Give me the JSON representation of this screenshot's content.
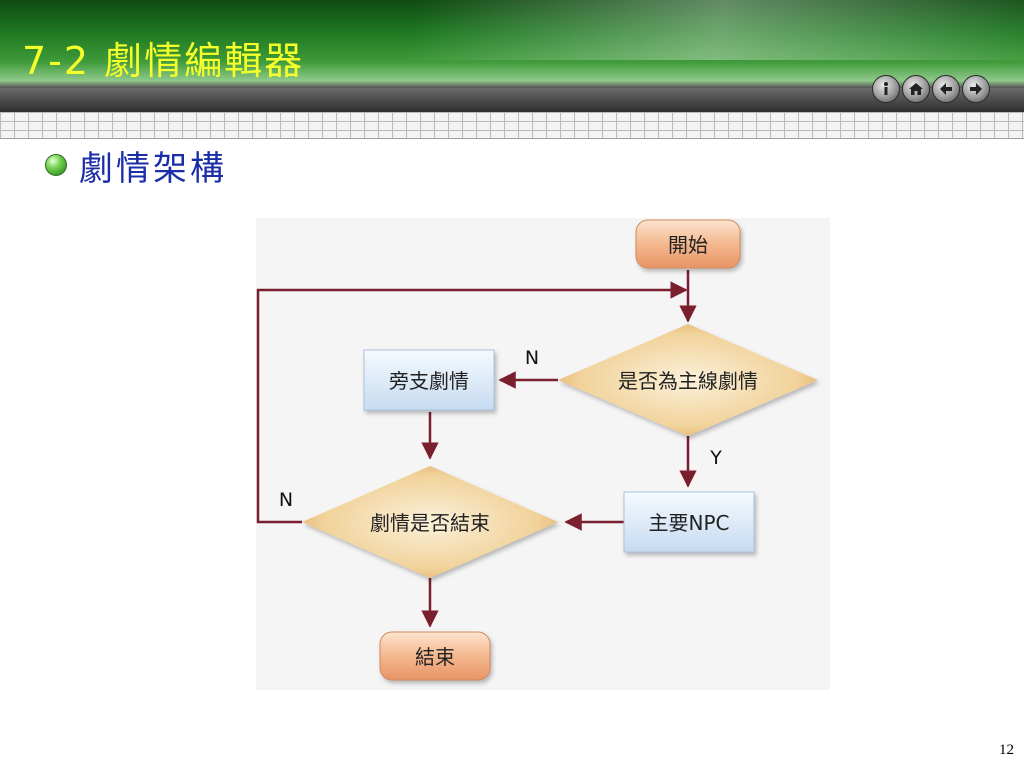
{
  "slide": {
    "title": "7-2 劇情編輯器",
    "bullet_heading": "劇情架構",
    "page_number": "12"
  },
  "nav_buttons": [
    {
      "icon": "info-icon"
    },
    {
      "icon": "home-icon"
    },
    {
      "icon": "back-arrow-icon"
    },
    {
      "icon": "forward-arrow-icon"
    }
  ],
  "flowchart": {
    "nodes": {
      "start": "開始",
      "decision_main": "是否為主線劇情",
      "side_story": "旁支劇情",
      "main_npc": "主要NPC",
      "decision_end": "劇情是否結束",
      "end": "結束"
    },
    "edge_labels": {
      "main_no": "N",
      "main_yes": "Y",
      "end_no": "N"
    }
  },
  "colors": {
    "title": "#f5ff2a",
    "subtitle": "#1b2ea8",
    "terminal_fill": "#f3b48c",
    "process_fill": "#d7e6f6",
    "decision_fill": "#f2d195",
    "arrow": "#7a1f2e"
  }
}
